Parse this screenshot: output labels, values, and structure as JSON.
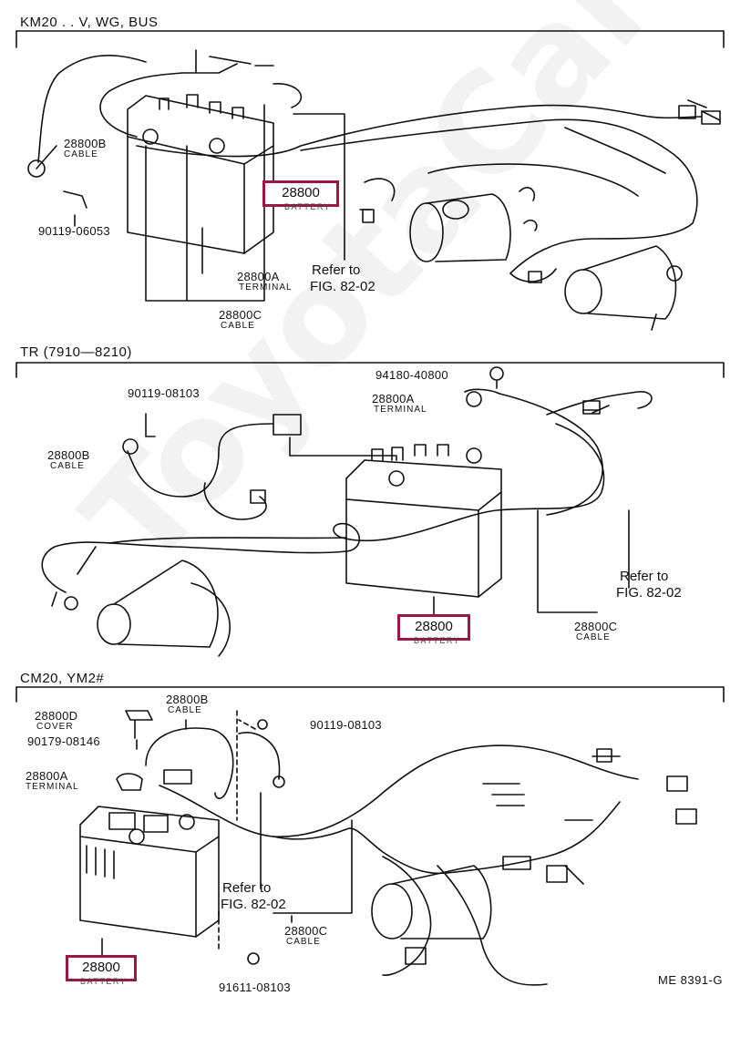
{
  "sections": [
    {
      "title": "KM20 . . V, WG, BUS",
      "labels": {
        "p1": "28800B",
        "p1d": "CABLE",
        "p2": "90119-06053",
        "p3": "28800A",
        "p3d": "TERMINAL",
        "p4": "28800C",
        "p4d": "CABLE",
        "ref1": "Refer to",
        "ref2": "FIG. 82-02",
        "hl": "28800",
        "hld": "BATTERY"
      }
    },
    {
      "title": "TR (7910—8210)",
      "labels": {
        "p1": "90119-08103",
        "p2": "28800B",
        "p2d": "CABLE",
        "p3": "94180-40800",
        "p4": "28800A",
        "p4d": "TERMINAL",
        "ref1": "Refer to",
        "ref2": "FIG. 82-02",
        "p5": "28800C",
        "p5d": "CABLE",
        "hl": "28800",
        "hld": "BATTERY"
      }
    },
    {
      "title": "CM20, YM2#",
      "labels": {
        "p1": "28800D",
        "p1d": "COVER",
        "p2": "90179-08146",
        "p3": "28800A",
        "p3d": "TERMINAL",
        "p4": "28800B",
        "p4d": "CABLE",
        "p5": "90119-08103",
        "ref1": "Refer to",
        "ref2": "FIG. 82-02",
        "p6": "28800C",
        "p6d": "CABLE",
        "p7": "91611-08103",
        "hl": "28800",
        "hld": "BATTERY"
      }
    }
  ],
  "figure_code": "ME 8391-G",
  "watermark": "ToyotaCarMind.ru",
  "colors": {
    "highlight": "#9c1842",
    "line": "#111111"
  }
}
